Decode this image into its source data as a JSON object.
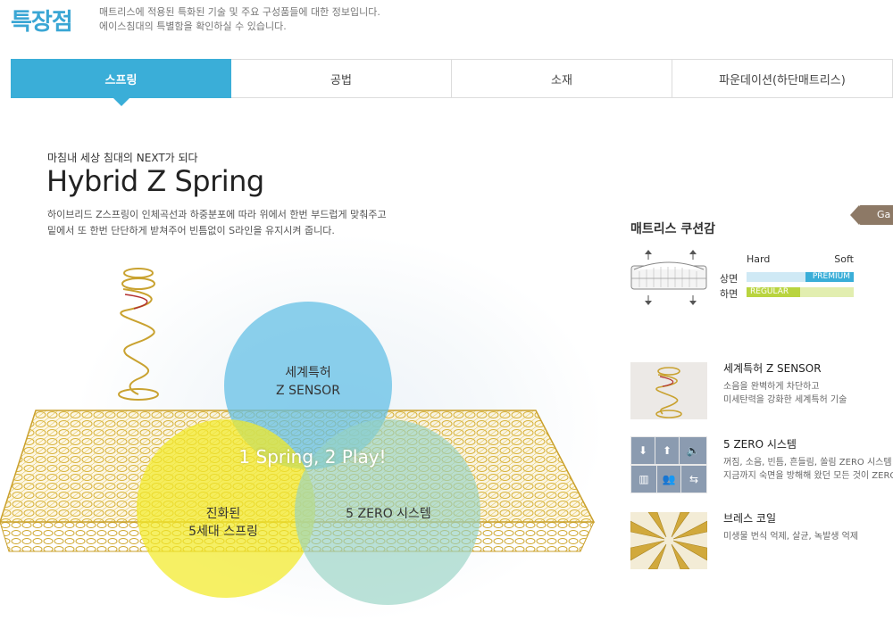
{
  "header": {
    "title": "특장점",
    "description": [
      "매트리스에 적용된 특화된 기술 및 주요 구성품들에 대한 정보입니다.",
      "에이스침대의 특별함을 확인하실 수 있습니다."
    ]
  },
  "tabs": [
    {
      "label": "스프링",
      "active": true
    },
    {
      "label": "공법",
      "active": false
    },
    {
      "label": "소재",
      "active": false
    },
    {
      "label": "파운데이션(하단매트리스)",
      "active": false
    }
  ],
  "hero": {
    "kicker": "마침내 세상 침대의 NEXT가 되다",
    "title": "Hybrid Z Spring",
    "description": [
      "하이브리드 Z스프링이 인체곡선과 하중분포에 따라 위에서 한번 부드럽게 맞춰주고",
      "밑에서 또 한번 단단하게 받쳐주어 빈틈없이 S라인을 유지시켜 줍니다."
    ],
    "center_label": "1 Spring, 2 Play!",
    "circles": [
      {
        "label": [
          "세계특허",
          "Z SENSOR"
        ],
        "color": "#5fbee4"
      },
      {
        "label": [
          "진화된",
          "5세대 스프링"
        ],
        "color": "#f2ea28"
      },
      {
        "label": [
          "5 ZERO 시스템"
        ],
        "color": "#96d2c3"
      }
    ]
  },
  "cushion": {
    "heading": "매트리스 쿠션감",
    "tag": "Ga",
    "hard_label": "Hard",
    "soft_label": "Soft",
    "top": {
      "label": "상면",
      "value_label": "PREMIUM SOFT",
      "level": 0.45
    },
    "bottom": {
      "label": "하면",
      "value_label": "REGULAR",
      "level": 0.5
    }
  },
  "features": [
    {
      "title": "세계특허 Z SENSOR",
      "desc": [
        "소음을 완벽하게 차단하고",
        "미세탄력을 강화한 세계특허 기술"
      ],
      "icon": "z-sensor-spring"
    },
    {
      "title": "5 ZERO 시스템",
      "desc": [
        "꺼짐, 소음, 빈틈, 흔들림, 쏠림 ZERO 시스템",
        "지금까지 숙면을 방해해 왔던 모든 것이 ZERO"
      ],
      "icon": "zero-system-grid"
    },
    {
      "title": "브레스 코일",
      "desc": [
        "미생물 번식 억제, 살균, 녹발생 억제"
      ],
      "icon": "breath-coil"
    }
  ],
  "colors": {
    "accent": "#3aaed8",
    "title": "#3aa6d4",
    "tag": "#8d7966"
  }
}
